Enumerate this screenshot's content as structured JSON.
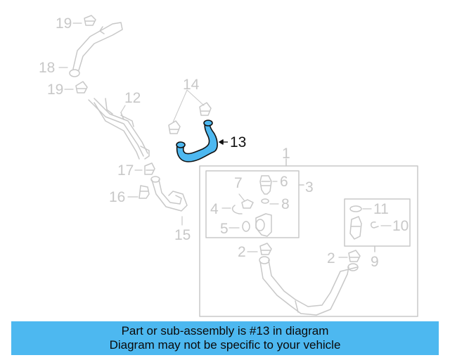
{
  "diagram": {
    "highlight_color": "#4db8f0",
    "line_color": "#c8c8c8",
    "highlighted_part": "13",
    "callouts": [
      {
        "id": "c19a",
        "label": "19"
      },
      {
        "id": "c18",
        "label": "18"
      },
      {
        "id": "c19b",
        "label": "19"
      },
      {
        "id": "c12",
        "label": "12"
      },
      {
        "id": "c14",
        "label": "14"
      },
      {
        "id": "c13",
        "label": "13"
      },
      {
        "id": "c17",
        "label": "17"
      },
      {
        "id": "c16",
        "label": "16"
      },
      {
        "id": "c15",
        "label": "15"
      },
      {
        "id": "c1",
        "label": "1"
      },
      {
        "id": "c7",
        "label": "7"
      },
      {
        "id": "c6",
        "label": "6"
      },
      {
        "id": "c3",
        "label": "3"
      },
      {
        "id": "c4",
        "label": "4"
      },
      {
        "id": "c8",
        "label": "8"
      },
      {
        "id": "c5",
        "label": "5"
      },
      {
        "id": "c11",
        "label": "11"
      },
      {
        "id": "c10",
        "label": "10"
      },
      {
        "id": "c2a",
        "label": "2"
      },
      {
        "id": "c2b",
        "label": "2"
      },
      {
        "id": "c9",
        "label": "9"
      }
    ]
  },
  "banner": {
    "line1": "Part or sub-assembly is #13 in diagram",
    "line2": "Diagram may not be specific to your vehicle",
    "color": "#4db8f0"
  }
}
